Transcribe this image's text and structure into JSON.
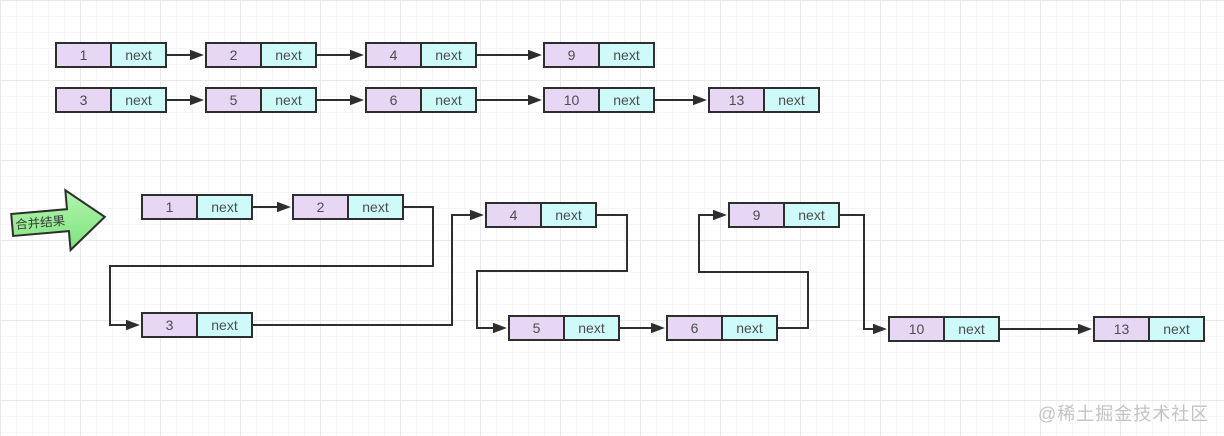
{
  "labels": {
    "next": "next",
    "merge_arrow": "合并结果",
    "watermark": "@稀土掘金技术社区"
  },
  "colors": {
    "node_value_bg": "#e8d6f5",
    "node_next_bg": "#cefafa",
    "node_border": "#2e2e2e",
    "wire": "#2e2e2e",
    "merge_arrow_fill_top": "#aef5aa",
    "merge_arrow_fill_bottom": "#7ee37e",
    "merge_arrow_border": "#2e2e2e",
    "watermark_color": "#c3c3c3",
    "grid_line": "#f5f5f5"
  },
  "diagram": {
    "type": "linked-list-merge",
    "top_list_1": {
      "values": [
        "1",
        "2",
        "4",
        "9"
      ]
    },
    "top_list_2": {
      "values": [
        "3",
        "5",
        "6",
        "10",
        "13"
      ]
    },
    "merged": {
      "values": [
        "1",
        "2",
        "3",
        "4",
        "5",
        "6",
        "9",
        "10",
        "13"
      ]
    }
  }
}
